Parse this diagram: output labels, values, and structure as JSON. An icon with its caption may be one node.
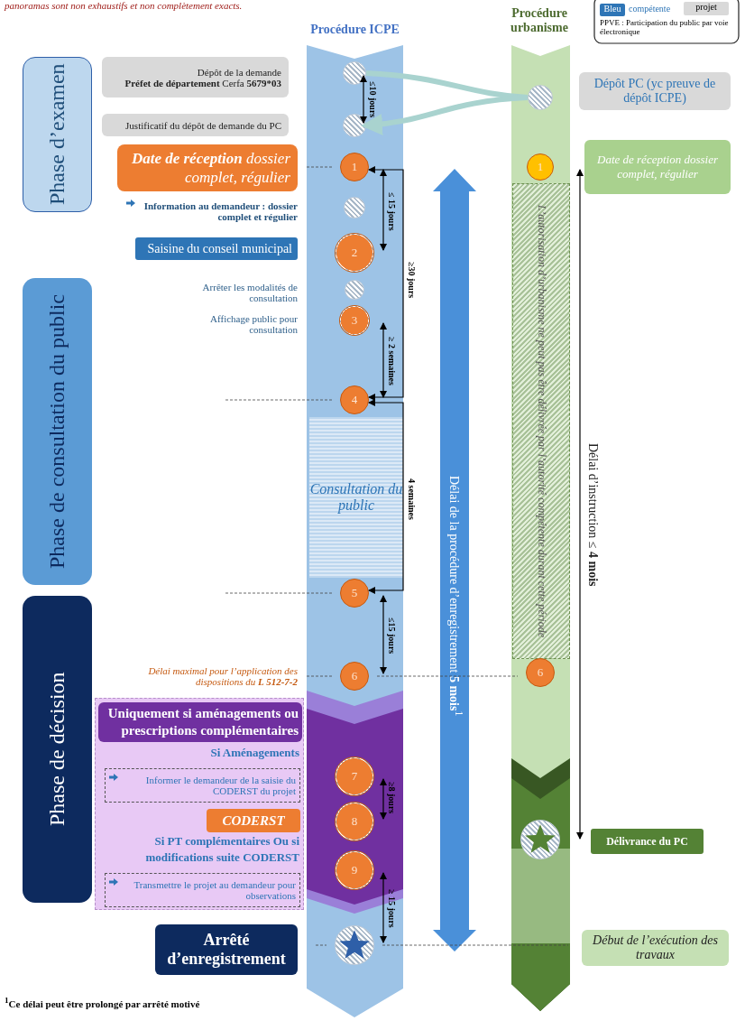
{
  "diagram": {
    "nodes": [
      {
        "text": [
          "Phase d’examen"
        ]
      },
      {
        "text": [
          "Phase de consultation du public"
        ]
      },
      {
        "text": [
          "Phase de décision"
        ]
      },
      {
        "text": [
          "Procédure ICPE"
        ]
      },
      {
        "text": [
          "Procédure urbanisme"
        ]
      },
      {
        "text": [
          "Dépôt de la demande",
          "**Préfet de département** Cerfa **5679*03**"
        ]
      },
      {
        "text": [
          "Justificatif du dépôt de demande du PC"
        ]
      },
      {
        "text": [
          "**Date de réception** dossier complet, régulier"
        ]
      },
      {
        "text": [
          "Information au demandeur : dossier complet et régulier"
        ]
      },
      {
        "text": [
          "Saisine du conseil municipal"
        ]
      },
      {
        "text": [
          "Arrêter les modalités de consultation"
        ]
      },
      {
        "text": [
          "Affichage public pour consultation"
        ]
      },
      {
        "text": [
          "Délai maximal pour l’application des dispositions du **L 512-7-2**"
        ]
      },
      {
        "text": [],
        "shape": "box"
      },
      {
        "text": [
          "Uniquement si aménagements ou prescriptions complémentaires"
        ],
        "in": 13
      },
      {
        "text": [
          "Informer le demandeur de la saisie du CODERST du projet"
        ],
        "in": 13
      },
      {
        "text": [
          "CODERST"
        ],
        "in": 13
      },
      {
        "text": [
          "Transmettre le projet au demandeur pour observations"
        ],
        "in": 13
      },
      {
        "text": [
          "Arrêté d’enregistrement"
        ]
      },
      {
        "text": [],
        "shape": "circle",
        "in": 3
      },
      {
        "text": [],
        "shape": "circle",
        "in": 3
      },
      {
        "text": [
          "1"
        ],
        "in": 3
      },
      {
        "text": [],
        "shape": "circle",
        "in": 3
      },
      {
        "text": [
          "2"
        ],
        "in": 3
      },
      {
        "text": [],
        "shape": "circle",
        "in": 3
      },
      {
        "text": [
          "3"
        ],
        "in": 3
      },
      {
        "text": [
          "4"
        ],
        "in": 3
      },
      {
        "text": [
          "Consultation du public"
        ],
        "in": 3
      },
      {
        "text": [
          "5"
        ],
        "in": 3
      },
      {
        "text": [
          "6"
        ],
        "in": 3
      },
      {
        "text": [
          "7"
        ],
        "in": 3
      },
      {
        "text": [
          "8"
        ],
        "in": 3
      },
      {
        "text": [
          "9"
        ],
        "in": 3
      },
      {
        "text": [],
        "shape": "circle",
        "in": 3
      },
      {
        "text": [],
        "shape": "circle",
        "in": 4
      },
      {
        "text": [
          "1"
        ],
        "in": 4
      },
      {
        "text": [
          "L’autorisation d’urbanisme ne peut pas être délivrée par l’autorité compétente durant cette période"
        ],
        "in": 4
      },
      {
        "text": [
          "6"
        ],
        "in": 4
      },
      {
        "text": [],
        "shape": "circle",
        "in": 4
      },
      {
        "text": [
          "Dépôt PC (yc preuve de dépôt ICPE)"
        ]
      },
      {
        "text": [
          "Date de réception dossier complet, régulier"
        ]
      },
      {
        "text": [
          "**Délivrance** du PC"
        ]
      },
      {
        "text": [
          "Début de l’exécution des travaux"
        ]
      }
    ],
    "edges": [
      {
        "from": 19,
        "to": 34,
        "arrow": "none",
        "style": "thick",
        "color": "#a9d3cf"
      },
      {
        "from": 34,
        "to": 20,
        "arrow": "to",
        "style": "thick",
        "color": "#a9d3cf"
      },
      {
        "from": 19,
        "to": 20,
        "arrow": "both",
        "label": "≤10 jours"
      },
      {
        "from": 21,
        "to": 23,
        "arrow": "both",
        "label": "≤ 15 jours"
      },
      {
        "from": 21,
        "to": 26,
        "arrow": "both",
        "label": "≥30 jours"
      },
      {
        "from": 25,
        "to": 26,
        "arrow": "both",
        "label": "≥ 2 semaines"
      },
      {
        "from": 26,
        "to": 28,
        "arrow": "both",
        "label": "4 semaines"
      },
      {
        "from": 40,
        "to": 41,
        "arrow": "both",
        "label": "Délai d’instruction ≤ **4 mois**"
      },
      {
        "from": 28,
        "to": 29,
        "arrow": "both",
        "label": "≤15 jours"
      },
      {
        "from": 30,
        "to": 31,
        "arrow": "both",
        "label": "≥8 jours"
      },
      {
        "from": 32,
        "to": 33,
        "arrow": "both",
        "label": "≥ 15 jours"
      }
    ],
    "labels": [
      "panoramas sont non exhaustifs et non complètement exacts.",
      "Bleu",
      "compétente",
      "projet",
      "PPVE : Participation du public par voie électronique",
      "Délai de la procédure d’enregistrement **5 mois**$^{1}$",
      "Si Aménagements",
      "Si PT complémentaires Ou si modifications suite CODERST",
      "$^{1}$Ce délai peut être prolongé par arrêté motivé"
    ]
  }
}
